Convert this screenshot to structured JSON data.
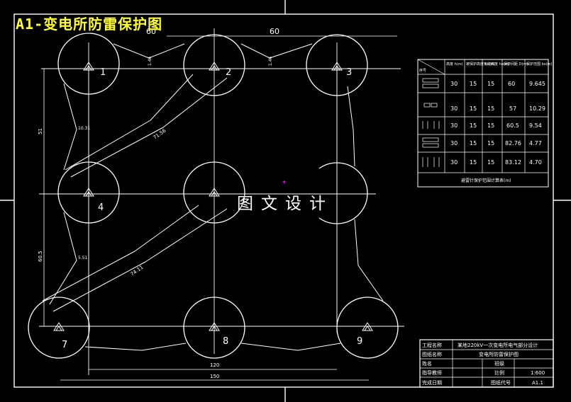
{
  "title": "A1-变电所防雷保护图",
  "watermark": "图文设计",
  "dimensions": {
    "top_span": "60",
    "top_small": "60",
    "bottom_outer": "150",
    "bottom_inner": "120",
    "left_upper": "51",
    "left_lower": "60.5",
    "diag_upper": "71.56",
    "diag_lower": "74.11",
    "gap_12": "1.46",
    "gap_23": "1.46",
    "side_14": "10.31",
    "side_47": "5.51"
  },
  "rods": [
    {
      "label": "1"
    },
    {
      "label": "2"
    },
    {
      "label": "3"
    },
    {
      "label": "4"
    },
    {
      "label": "",
      "note": "center"
    },
    {
      "label": ""
    },
    {
      "label": "7"
    },
    {
      "label": "8"
    },
    {
      "label": "9"
    }
  ],
  "protection_table": {
    "headers": [
      "序号",
      "高度 h(m)",
      "被保护高度 hx(m)",
      "有效高度 ha(m)",
      "保护间距 D(m)",
      "保护范围 bx(m)"
    ],
    "rows": [
      [
        "30",
        "15",
        "15",
        "60",
        "9.645"
      ],
      [
        "30",
        "15",
        "15",
        "57",
        "10.29"
      ],
      [
        "30",
        "15",
        "15",
        "60.5",
        "9.54"
      ],
      [
        "30",
        "15",
        "15",
        "82.76",
        "4.77"
      ],
      [
        "30",
        "15",
        "15",
        "83.12",
        "4.70"
      ]
    ],
    "footer": "避雷针保护范围计算表(m)"
  },
  "title_block": {
    "rows": [
      {
        "label": "工程名称",
        "value": "某地220kV一次变电所电气部分设计",
        "extra_label": "",
        "extra_value": ""
      },
      {
        "label": "图纸名称",
        "value": "变电所防雷保护图",
        "extra_label": "",
        "extra_value": ""
      },
      {
        "label": "姓名",
        "value": "",
        "extra_label": "班级",
        "extra_value": ""
      },
      {
        "label": "指导教师",
        "value": "",
        "extra_label": "比例",
        "extra_value": "1:600"
      },
      {
        "label": "完成日期",
        "value": "",
        "extra_label": "图纸代号",
        "extra_value": "A1.1"
      }
    ]
  },
  "colors": {
    "background": "#000000",
    "line": "#ffffff",
    "title": "#ffff33",
    "accent": "#ff33ff"
  }
}
